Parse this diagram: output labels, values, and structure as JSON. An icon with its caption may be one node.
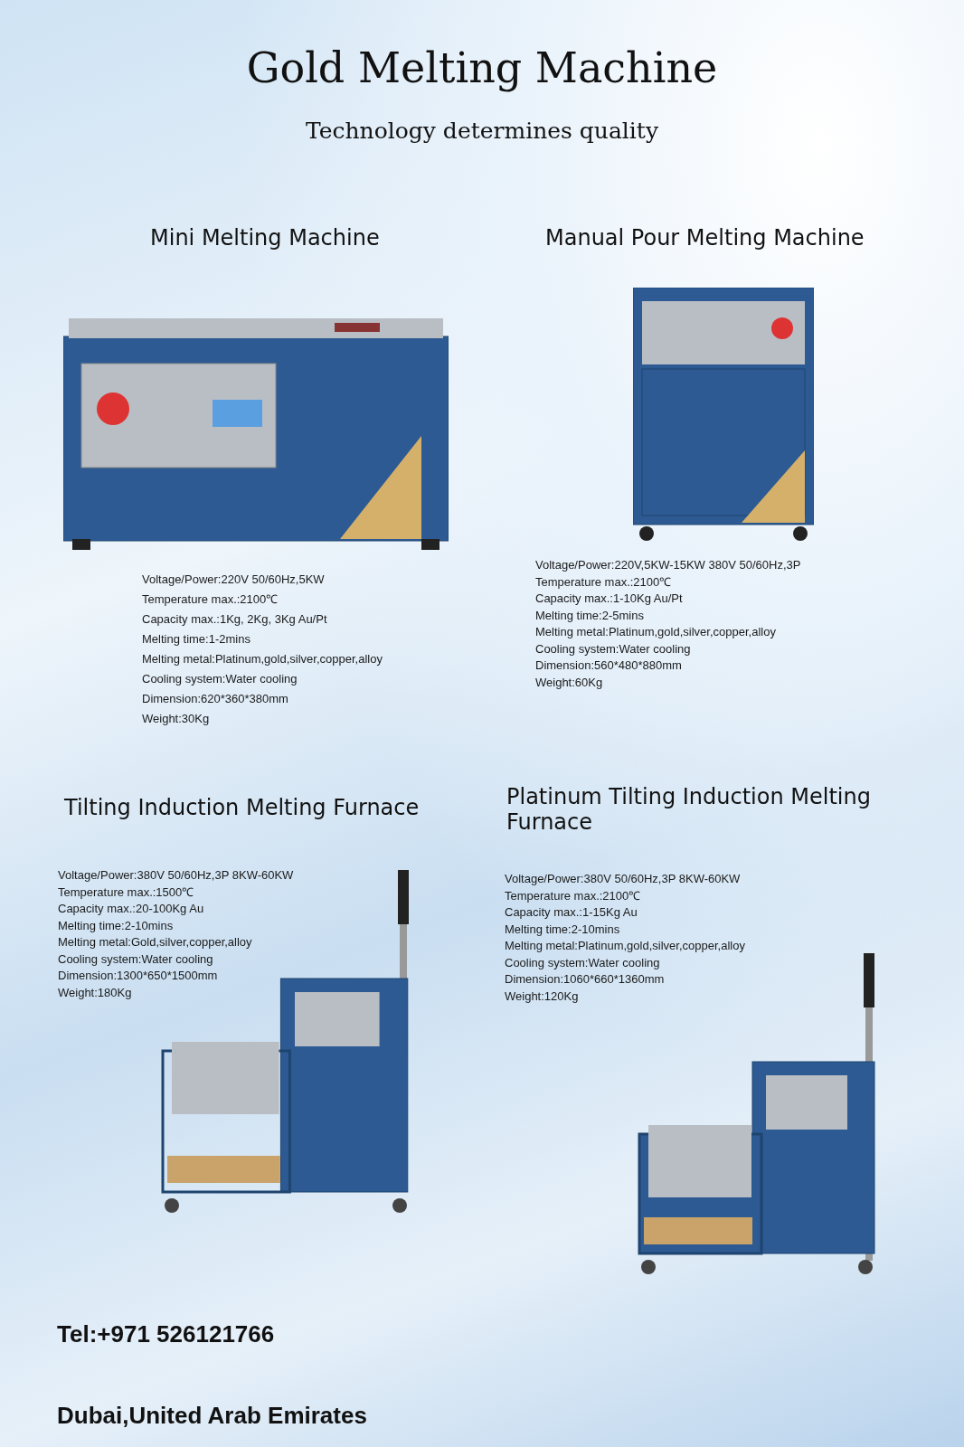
{
  "diagram": {
    "title": "Gold Melting Machine",
    "caption": "Technology determines quality",
    "nodes": [
      {
        "text": [
          "Mini  Melting Machine",
          "Voltage/Power:220V 50/60Hz,5KW",
          "Temperature max.:2100℃",
          "Capacity max.:1Kg, 2Kg, 3Kg Au/Pt",
          "Melting time:1-2mins",
          "Melting metal:Platinum,gold,silver,copper,alloy",
          "Cooling system:Water cooling",
          "Dimension:620*360*380mm",
          "Weight:30Kg"
        ]
      },
      {
        "text": [
          "Manual  Pour Melting Machine",
          "Voltage/Power:220V,5KW-15KW 380V  50/60Hz,3P",
          "Temperature max.:2100℃",
          "Capacity max.:1-10Kg Au/Pt",
          "Melting time:2-5mins",
          "Melting metal:Platinum,gold,silver,copper,alloy",
          "Cooling system:Water cooling",
          "Dimension:560*480*880mm",
          "Weight:60Kg"
        ]
      },
      {
        "text": [
          "Tilting Induction Melting Furnace",
          "Voltage/Power:380V 50/60Hz,3P 8KW-60KW",
          "Temperature max.:1500℃",
          "Capacity max.:20-100Kg Au",
          "Melting time:2-10mins",
          "Melting metal:Gold,silver,copper,alloy",
          "Cooling system:Water cooling",
          "Dimension:1300*650*1500mm",
          "Weight:180Kg"
        ]
      },
      {
        "text": [
          "Platinum Tilting Induction Melting Furnace",
          "Voltage/Power:380V 50/60Hz,3P 8KW-60KW",
          "Temperature max.:2100℃",
          "Capacity max.:1-15Kg Au",
          "Melting time:2-10mins",
          "Melting metal:Platinum,gold,silver,copper,alloy",
          "Cooling system:Water cooling",
          "Dimension:1060*660*1360mm",
          "Weight:120Kg"
        ]
      }
    ],
    "labels": [
      "Tel:+971 526121766",
      "Dubai,United Arab Emirates"
    ]
  }
}
